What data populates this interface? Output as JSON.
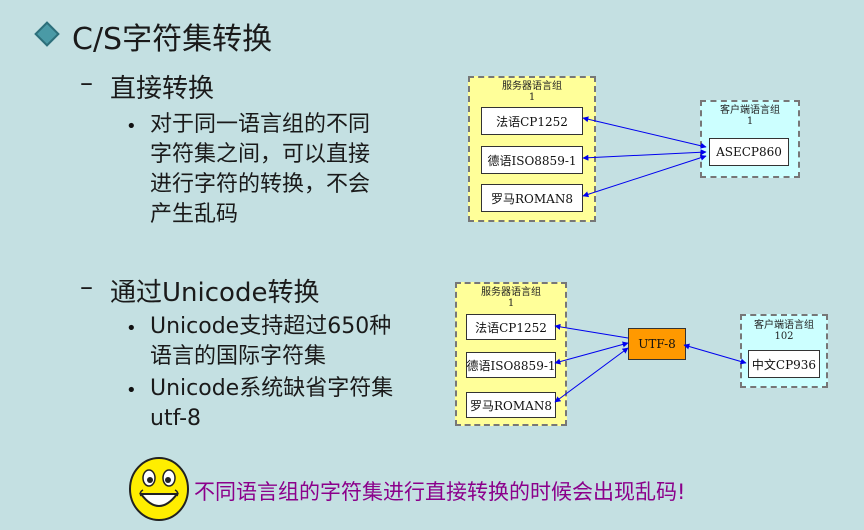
{
  "title": "C/S字符集转换",
  "sections": [
    {
      "heading": "直接转换",
      "bullets": [
        "对于同一语言组的不同字符集之间，可以直接进行字符的转换，不会产生乱码"
      ]
    },
    {
      "heading_prefix": "通过",
      "heading_unicode": "Unicode",
      "heading_suffix": "转换",
      "bullets": [
        "Unicode支持超过650种语言的国际字符集",
        "Unicode系统缺省字符集utf-8"
      ]
    }
  ],
  "text_lines": {
    "s1_b1": [
      "对于同一语言组的不同",
      "字符集之间，可以直接",
      "进行字符的转换，不会",
      "产生乱码"
    ],
    "s2_b1": [
      "Unicode支持超过650种",
      "语言的国际字符集"
    ],
    "s2_b2": [
      "Unicode系统缺省字符集",
      "utf-8"
    ]
  },
  "diagram1": {
    "server_group": {
      "title": "服务器语言组",
      "number": "1",
      "nodes": [
        "法语CP1252",
        "德语ISO8859-1",
        "罗马ROMAN8"
      ]
    },
    "client_group": {
      "title": "客户端语言组",
      "number": "1",
      "nodes": [
        "ASECP860"
      ]
    }
  },
  "diagram2": {
    "server_group": {
      "title": "服务器语言组",
      "number": "1",
      "nodes": [
        "法语CP1252",
        "德语ISO8859-1",
        "罗马ROMAN8"
      ]
    },
    "hub": "UTF-8",
    "client_group": {
      "title": "客户端语言组",
      "number": "102",
      "nodes": [
        "中文CP936"
      ]
    }
  },
  "warning": "不同语言组的字符集进行直接转换的时候会出现乱码!",
  "colors": {
    "background": "#c4e0e2",
    "server_group": "#ffff99",
    "client_group": "#ccffff",
    "hub": "#ff9900",
    "arrow": "#0000ee",
    "warning": "#8b008b"
  }
}
